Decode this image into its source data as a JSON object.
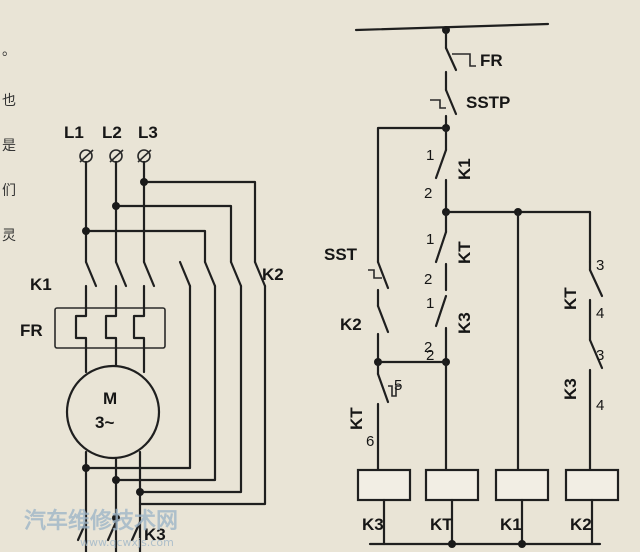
{
  "power_circuit": {
    "phase_labels": [
      "L1",
      "L2",
      "L3"
    ],
    "contactor_k1": "K1",
    "contactor_k2": "K2",
    "contactor_k3": "K3",
    "relay_fr": "FR",
    "motor_label": "M",
    "motor_phase": "3~"
  },
  "control_circuit": {
    "fr_contact": "FR",
    "stop_button": "SSTP",
    "start_button": "SST",
    "k1_label": "K1",
    "kt_label": "KT",
    "k2_label": "K2",
    "k3_label": "K3",
    "terminals": {
      "k1_top": "1",
      "k1_bottom": "2",
      "kt_top": "1",
      "kt_bottom": "2",
      "k3_top": "1",
      "k3_bottom": "2",
      "kt_delay_top": "5",
      "kt_delay_bottom": "6",
      "kt_right_top": "3",
      "kt_right_bottom": "4",
      "k3_right_top": "3",
      "k3_right_bottom": "4",
      "k3_mid": "2"
    },
    "coils": [
      "K3",
      "KT",
      "K1",
      "K2"
    ]
  },
  "margin_marks": [
    "。",
    "也",
    "是",
    "们",
    "灵"
  ],
  "watermark": {
    "text": "汽车维修技术网",
    "url": "www.qcwxjs.com"
  }
}
